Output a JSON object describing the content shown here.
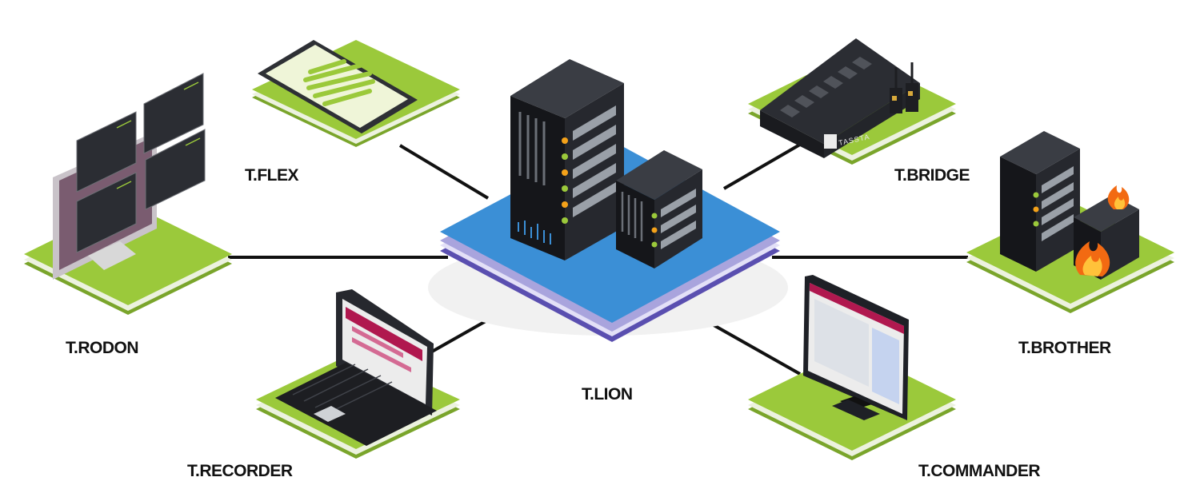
{
  "nodes": {
    "flex": {
      "label": "T.FLEX"
    },
    "bridge": {
      "label": "T.BRIDGE",
      "brand": "TASSTA"
    },
    "rodon": {
      "label": "T.RODON"
    },
    "brother": {
      "label": "T.BROTHER"
    },
    "lion": {
      "label": "T.LION"
    },
    "recorder": {
      "label": "T.RECORDER"
    },
    "commander": {
      "label": "T.COMMANDER"
    }
  },
  "colors": {
    "platform_green": "#9bc93b",
    "platform_green_side": "#7aa52b",
    "hub_blue": "#3b8fd6",
    "hub_lavender": "#a9a4dd",
    "server_dark": "#1f2126",
    "link_line": "#111111",
    "accent_red": "#b0184f",
    "flame": "#f26a12"
  }
}
